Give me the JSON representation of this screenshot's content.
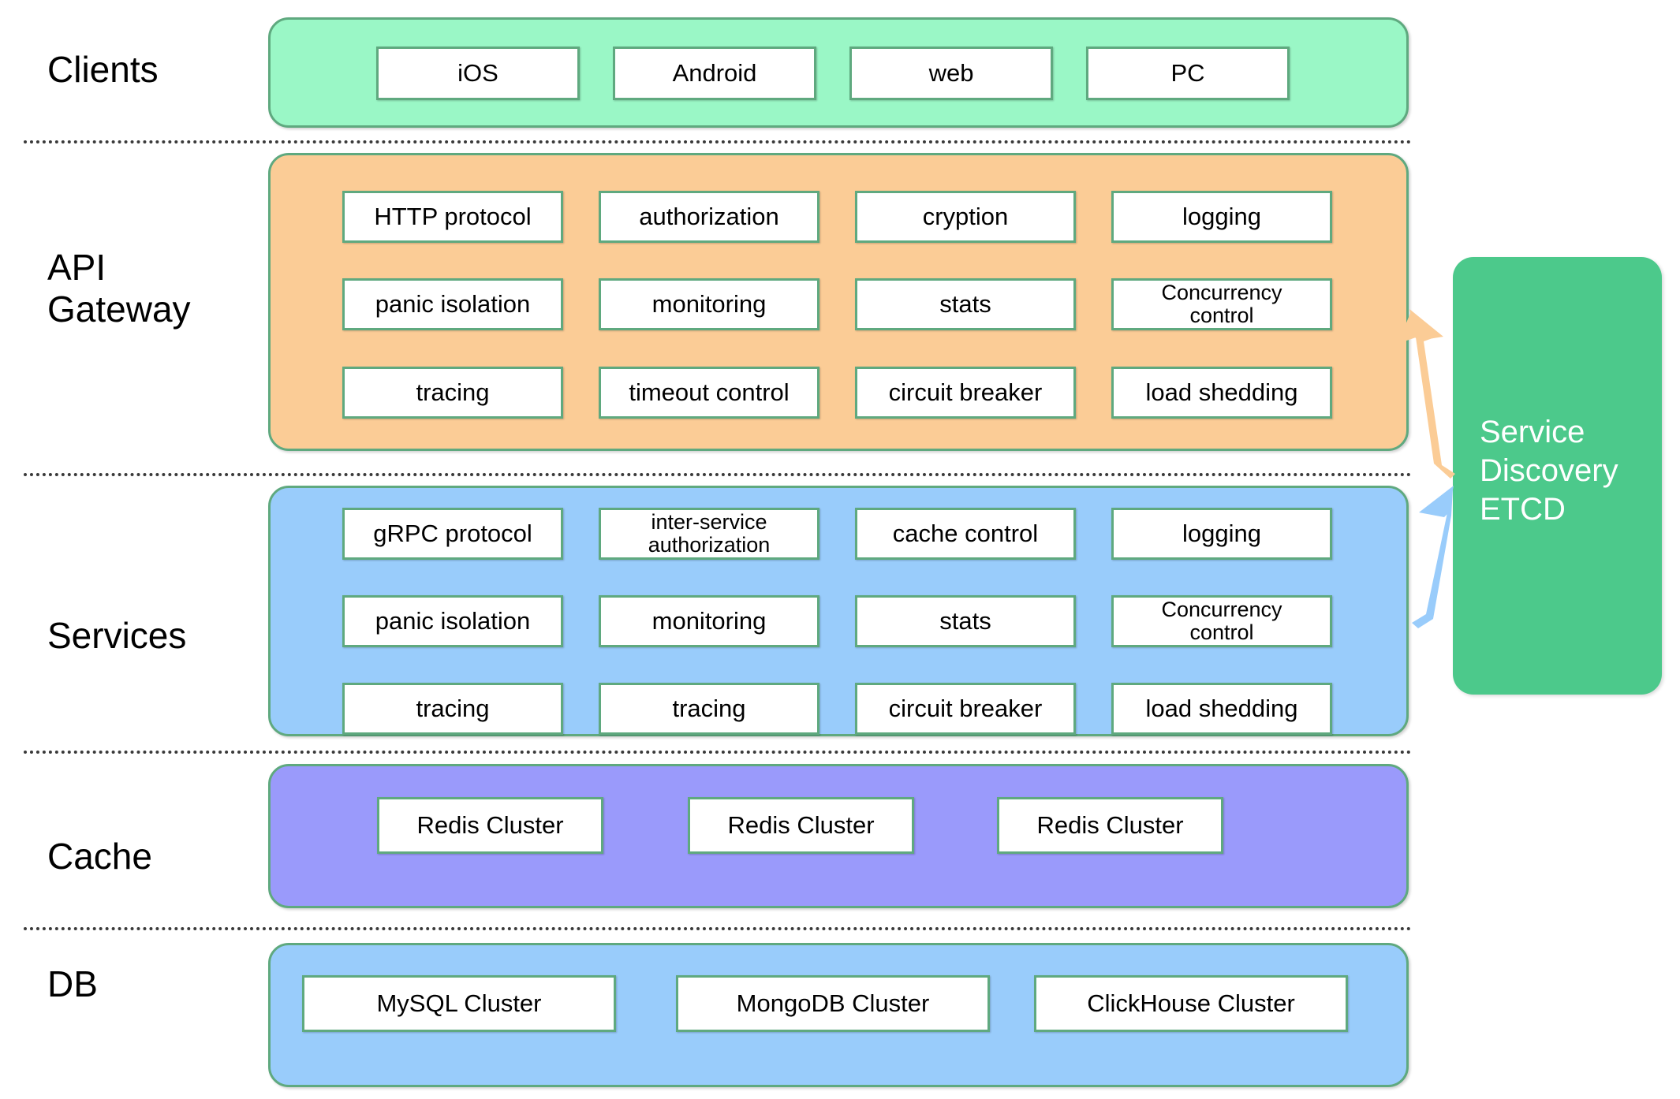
{
  "diagram": {
    "title": "Microservice architecture layered diagram",
    "colors": {
      "clients_band": "#9AF7C6",
      "api_gateway_band": "#FBCC96",
      "services_band": "#99CCFB",
      "cache_band": "#9A9AFB",
      "db_band": "#99CCFB",
      "band_border": "#5FA97F",
      "etcd_box": "#4CC98B",
      "etcd_text": "#FFFFFF",
      "arrow_api_gateway": "#FBCC96",
      "arrow_services": "#99CCFB",
      "separator": "#3A3A3A"
    },
    "tiers": [
      {
        "id": "clients",
        "label": "Clients",
        "band_color": "#9AF7C6",
        "items": [
          "iOS",
          "Android",
          "web",
          "PC"
        ]
      },
      {
        "id": "api-gateway",
        "label": "API\nGateway",
        "band_color": "#FBCC96",
        "rows": [
          [
            "HTTP protocol",
            "authorization",
            "cryption",
            "logging"
          ],
          [
            "panic isolation",
            "monitoring",
            "stats",
            "Concurrency\ncontrol"
          ],
          [
            "tracing",
            "timeout control",
            "circuit breaker",
            "load shedding"
          ]
        ]
      },
      {
        "id": "services",
        "label": "Services",
        "band_color": "#99CCFB",
        "rows": [
          [
            "gRPC protocol",
            "inter-service\nauthorization",
            "cache control",
            "logging"
          ],
          [
            "panic isolation",
            "monitoring",
            "stats",
            "Concurrency\ncontrol"
          ],
          [
            "tracing",
            "tracing",
            "circuit breaker",
            "load shedding"
          ]
        ]
      },
      {
        "id": "cache",
        "label": "Cache",
        "band_color": "#9A9AFB",
        "items": [
          "Redis Cluster",
          "Redis Cluster",
          "Redis Cluster"
        ]
      },
      {
        "id": "db",
        "label": "DB",
        "band_color": "#99CCFB",
        "items": [
          "MySQL Cluster",
          "MongoDB Cluster",
          "ClickHouse Cluster"
        ]
      }
    ],
    "side_node": {
      "id": "service-discovery",
      "label": "Service\nDiscovery\nETCD",
      "color": "#4CC98B"
    },
    "arrows": [
      {
        "from": "service-discovery",
        "to": "api-gateway",
        "color": "#FBCC96"
      },
      {
        "from": "services",
        "to": "service-discovery",
        "color": "#99CCFB"
      }
    ]
  }
}
